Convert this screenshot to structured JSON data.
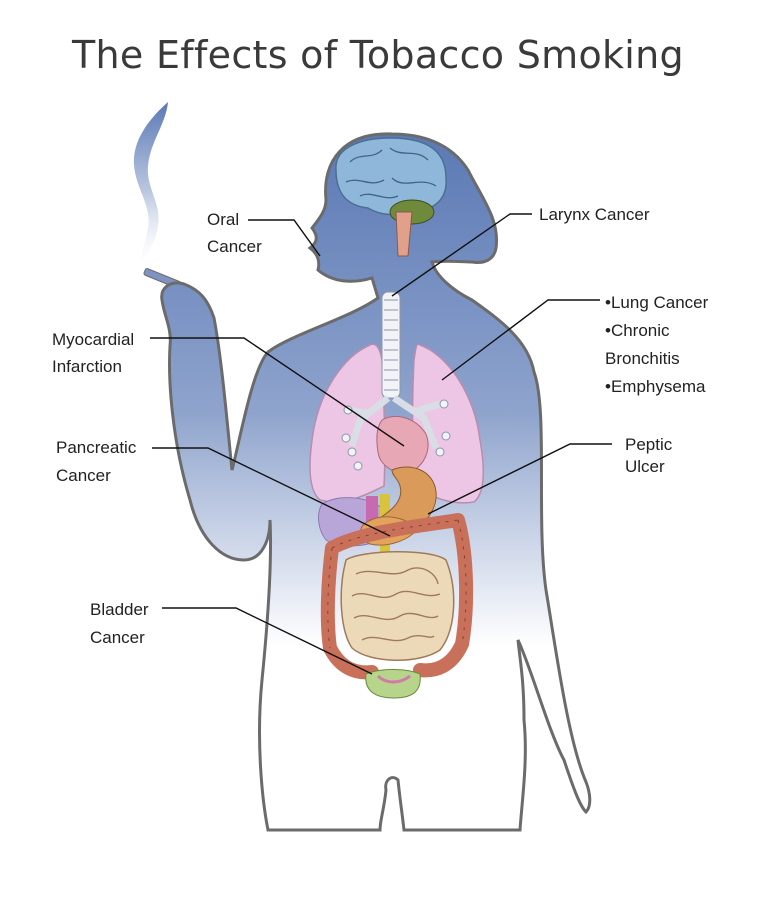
{
  "title": "The Effects of Tobacco Smoking",
  "labels": {
    "oral": [
      "Oral",
      "Cancer"
    ],
    "larynx": [
      "Larynx Cancer"
    ],
    "lung": [
      "•Lung Cancer",
      "•Chronic",
      "Bronchitis",
      "•Emphysema"
    ],
    "myocardial": [
      "Myocardial",
      "Infarction"
    ],
    "pancreatic": [
      "Pancreatic",
      "Cancer"
    ],
    "peptic": [
      "Peptic",
      "Ulcer"
    ],
    "bladder": [
      "Bladder",
      "Cancer"
    ]
  },
  "colors": {
    "body_top": "#5a78b4",
    "body_bottom": "#ffffff",
    "outline": "#6b6b6b",
    "brain": "#8fb7da",
    "cerebellum": "#6f8a3a",
    "lungs": "#ecc6e4",
    "intestine_small": "#ecd9b8",
    "intestine_large": "#c9705a",
    "trachea": "#f1f3f7",
    "bladder": "#b6d58a"
  }
}
